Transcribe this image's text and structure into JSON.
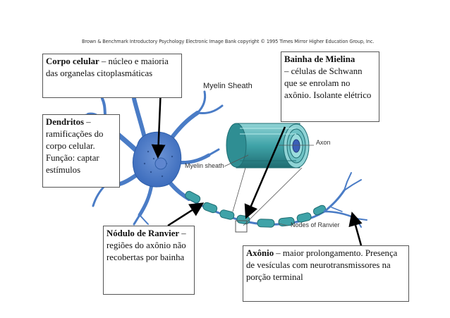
{
  "copyright": "Brown & Benchmark Introductory Psychology Electronic Image Bank copyright © 1995 Times Mirror Higher Education Group, Inc.",
  "figure": {
    "title": "Myelin Sheath",
    "labels": {
      "axon": "Axon",
      "myelin_sheath": "Myelin sheath",
      "nodes": "Nodes of Ranvier"
    }
  },
  "boxes": {
    "corpo": {
      "term": "Corpo celular",
      "sep": " – ",
      "text": "núcleo e maioria das organelas citoplasmáticas"
    },
    "bainha": {
      "term": "Bainha de Mielina",
      "sep": " – ",
      "text": "células de Schwann que se enrolam no axônio. Isolante elétrico"
    },
    "dendritos": {
      "term": "Dendritos",
      "sep": " – ",
      "text": "ramificações do corpo celular. Função: captar estímulos"
    },
    "nodulo": {
      "term": "Nódulo de Ranvier",
      "sep": " – ",
      "text": "regiões do axônio não recobertas por bainha"
    },
    "axonio": {
      "term": "Axônio",
      "sep": " – ",
      "text": "maior prolongamento. Presença de vesículas com neurotransmissores na porção terminal"
    }
  },
  "colors": {
    "neuron": "#4a7cc6",
    "neuron_dark": "#2f5ea8",
    "myelin": "#3fa3a8",
    "myelin_dark": "#1f6d72",
    "arrow": "#000000"
  }
}
